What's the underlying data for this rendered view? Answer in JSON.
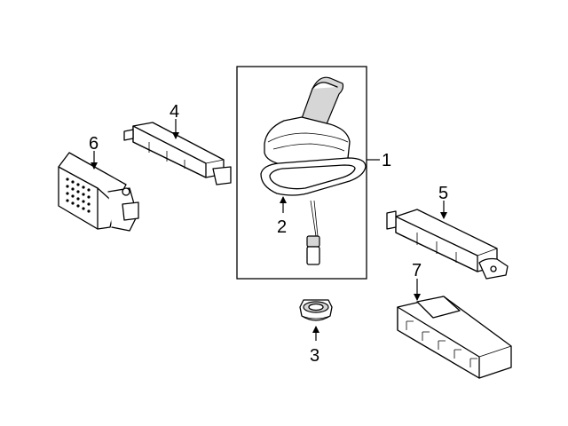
{
  "callouts": {
    "c1": "1",
    "c2": "2",
    "c3": "3",
    "c4": "4",
    "c5": "5",
    "c6": "6",
    "c7": "7"
  },
  "colors": {
    "line": "#000000",
    "background": "#ffffff",
    "shade": "#d6d6d6"
  }
}
